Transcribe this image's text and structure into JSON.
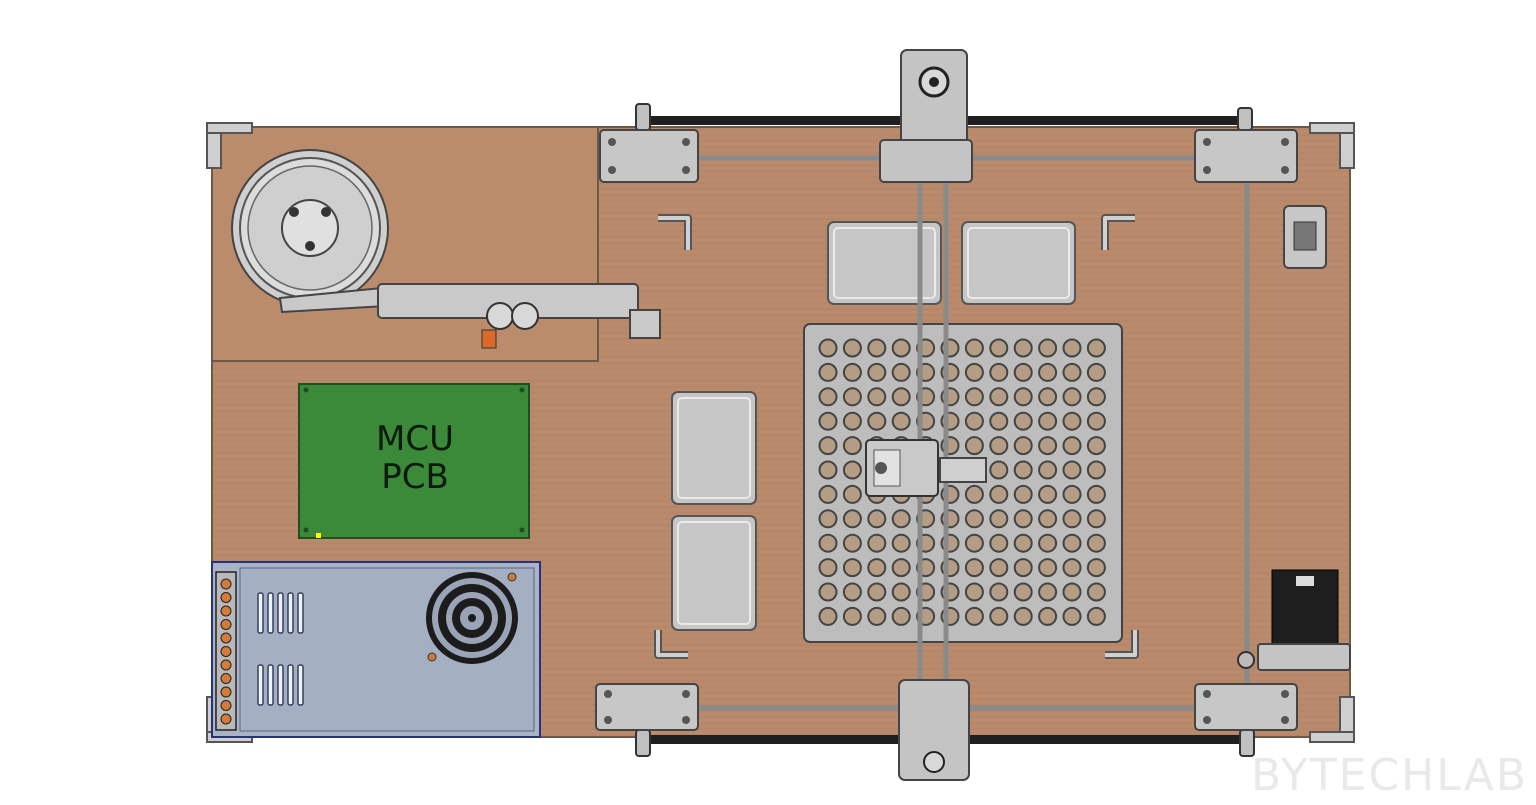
{
  "pcb": {
    "line1": "MCU",
    "line2": "PCB"
  },
  "watermark": "BYTECHLAB",
  "colors": {
    "board": "#b88a6a",
    "pcb": "#3a8a3a",
    "psu": "#a9b4c6",
    "metal": "#c9c9c9",
    "tray": "#bdbdbd",
    "belt": "#222222"
  },
  "icons": [
    "reel-icon",
    "fan-icon",
    "stepper-motor-icon",
    "terminal-block-icon"
  ],
  "tray_grid": {
    "rows": 12,
    "cols": 12
  }
}
